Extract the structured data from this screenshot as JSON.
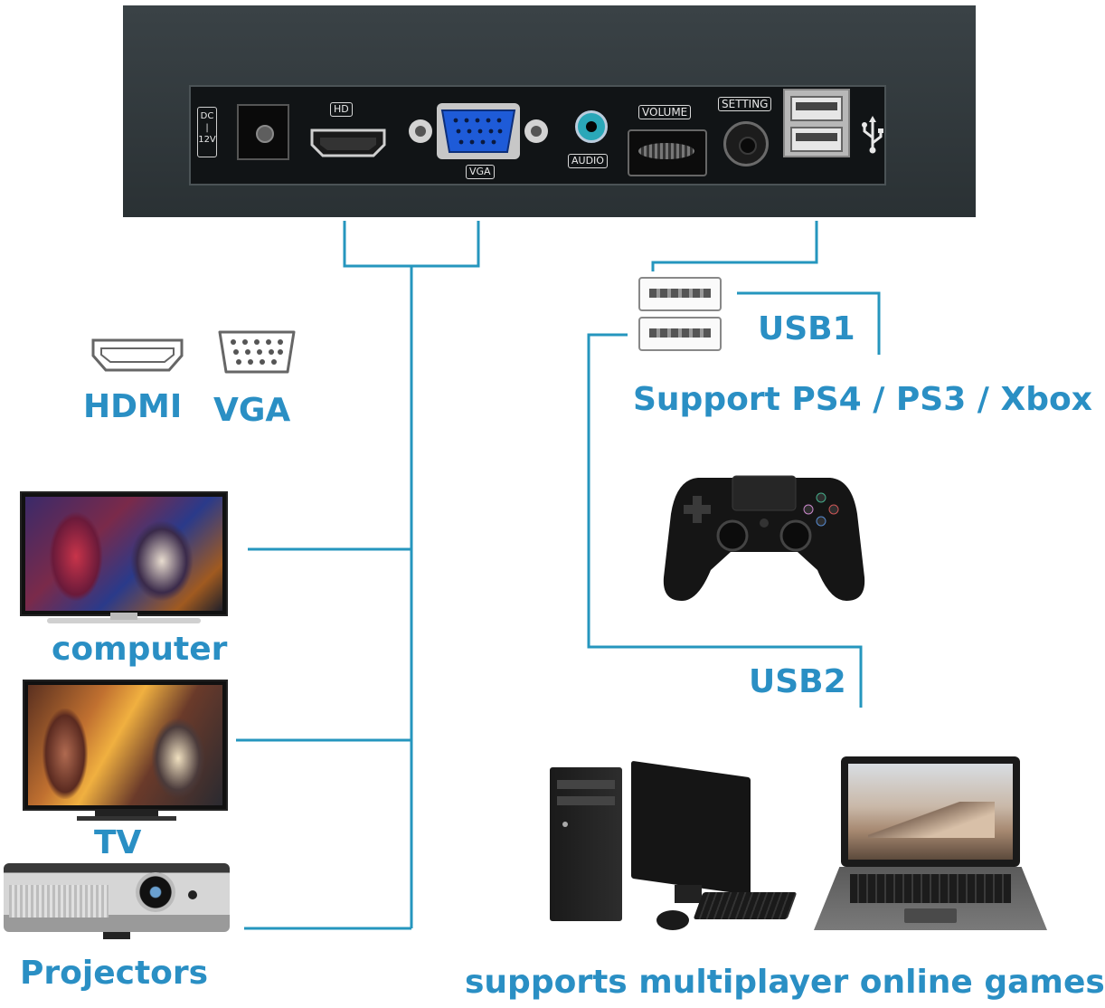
{
  "panel": {
    "ports": {
      "dc": "DC\n|\n12V",
      "hd": "HD",
      "vga": "VGA",
      "audio": "AUDIO",
      "volume": "VOLUME",
      "setting": "SETTING"
    }
  },
  "labels": {
    "hdmi": "HDMI",
    "vga": "VGA",
    "computer": "computer",
    "tv": "TV",
    "projectors": "Projectors",
    "usb1": "USB1",
    "usb2": "USB2",
    "support": "Support PS4 / PS3 / Xbox",
    "multiplayer": "supports multiplayer online games"
  },
  "colors": {
    "accent_blue": "#2a8fc4",
    "line_blue": "#2596be",
    "panel_dark": "#2f3639"
  },
  "icons": [
    "hdmi-icon",
    "vga-icon",
    "usb-icon",
    "gamepad-icon",
    "desktop-pc-icon",
    "laptop-icon",
    "monitor-icon",
    "tv-icon",
    "projector-icon"
  ]
}
